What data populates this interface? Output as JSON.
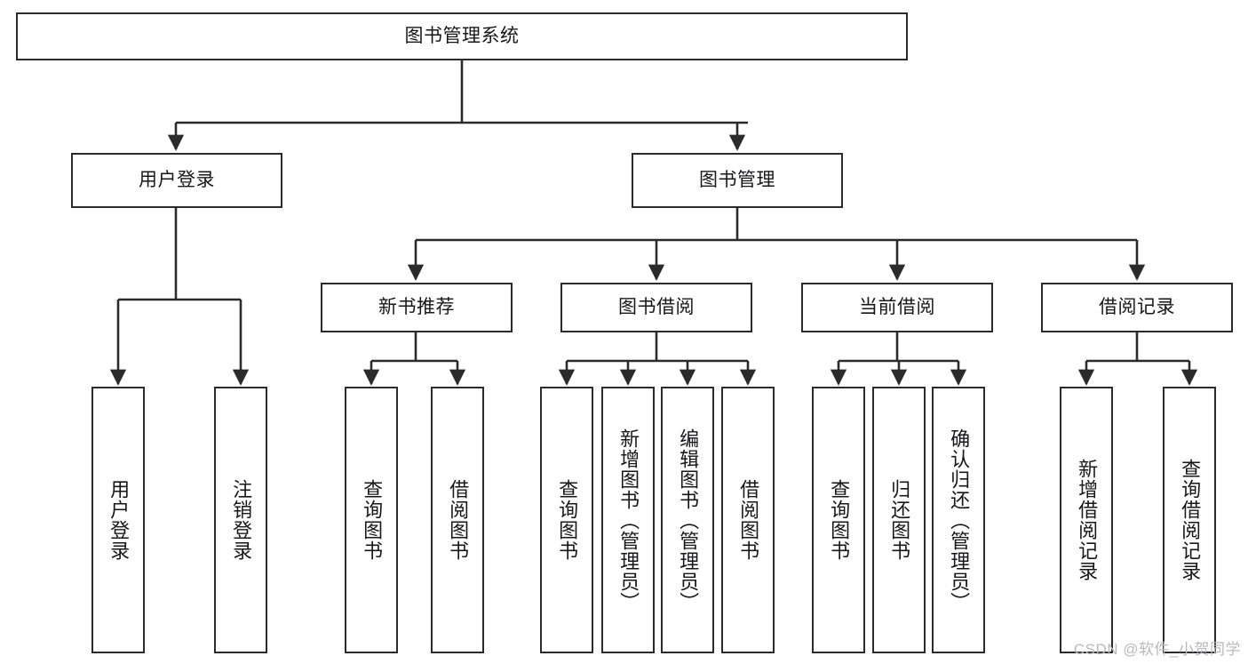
{
  "diagram": {
    "type": "tree",
    "title": "图书管理系统",
    "watermark": "CSDN @软件_小贺同学",
    "colors": {
      "box_border": "#2b2b2b",
      "box_fill": "#ffffff",
      "text": "#17171a",
      "edge": "#2b2b2b",
      "watermark": "#b9b9bd"
    },
    "nodes": {
      "root": {
        "label": "图书管理系统"
      },
      "level2": [
        {
          "id": "user-login",
          "label": "用户登录"
        },
        {
          "id": "book-management",
          "label": "图书管理"
        }
      ],
      "level3": [
        {
          "id": "new-book-recommend",
          "label": "新书推荐"
        },
        {
          "id": "book-borrow",
          "label": "图书借阅"
        },
        {
          "id": "current-borrow",
          "label": "当前借阅"
        },
        {
          "id": "borrow-record",
          "label": "借阅记录"
        }
      ],
      "leaves": [
        {
          "id": "leaf-user-login",
          "label": "用户登录",
          "parent": "user-login"
        },
        {
          "id": "leaf-logout-login",
          "label": "注销登录",
          "parent": "user-login"
        },
        {
          "id": "leaf-query-book-1",
          "label": "查询图书",
          "parent": "new-book-recommend"
        },
        {
          "id": "leaf-borrow-book-1",
          "label": "借阅图书",
          "parent": "new-book-recommend"
        },
        {
          "id": "leaf-query-book-2",
          "label": "查询图书",
          "parent": "book-borrow"
        },
        {
          "id": "leaf-add-book",
          "label": "新增图书（管理员）",
          "parent": "book-borrow"
        },
        {
          "id": "leaf-edit-book",
          "label": "编辑图书（管理员）",
          "parent": "book-borrow"
        },
        {
          "id": "leaf-borrow-book-2",
          "label": "借阅图书",
          "parent": "book-borrow"
        },
        {
          "id": "leaf-query-book-3",
          "label": "查询图书",
          "parent": "current-borrow"
        },
        {
          "id": "leaf-return-book",
          "label": "归还图书",
          "parent": "current-borrow"
        },
        {
          "id": "leaf-confirm-return",
          "label": "确认归还（管理员）",
          "parent": "current-borrow"
        },
        {
          "id": "leaf-add-record",
          "label": "新增借阅记录",
          "parent": "borrow-record"
        },
        {
          "id": "leaf-query-record",
          "label": "查询借阅记录",
          "parent": "borrow-record"
        }
      ]
    }
  }
}
